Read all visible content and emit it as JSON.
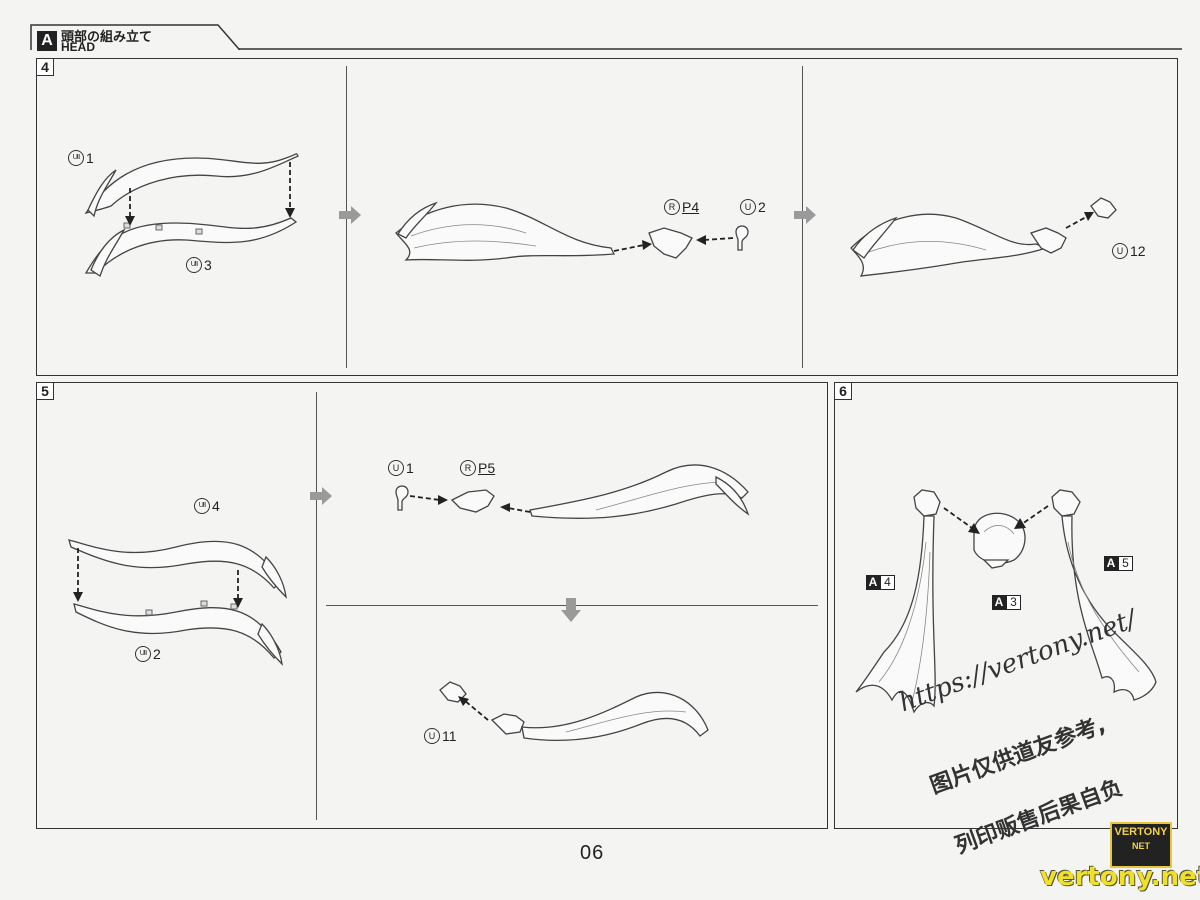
{
  "header": {
    "section_letter": "A",
    "title_jp": "頭部の組み立て",
    "title_en": "HEAD"
  },
  "steps": [
    {
      "number": "4",
      "labels": [
        {
          "circle": "UⅡ",
          "num": "1"
        },
        {
          "circle": "UⅡ",
          "num": "3"
        },
        {
          "circle": "R",
          "num": "P4"
        },
        {
          "circle": "U",
          "num": "2"
        },
        {
          "circle": "U",
          "num": "12"
        }
      ]
    },
    {
      "number": "5",
      "labels": [
        {
          "circle": "UⅡ",
          "num": "4"
        },
        {
          "circle": "UⅡ",
          "num": "2"
        },
        {
          "circle": "U",
          "num": "1"
        },
        {
          "circle": "R",
          "num": "P5"
        },
        {
          "circle": "U",
          "num": "11"
        }
      ]
    },
    {
      "number": "6",
      "labels": [
        {
          "tag": "A",
          "num": "4"
        },
        {
          "tag": "A",
          "num": "3"
        },
        {
          "tag": "A",
          "num": "5"
        }
      ]
    }
  ],
  "page_number": "06",
  "watermark": {
    "url": "https://vertony.net/",
    "line1": "图片仅供道友参考,",
    "line2": "列印贩售后果自负",
    "logo_top": "VERTONY",
    "logo_bottom": "NET",
    "site": "vertony.net"
  },
  "icons": {
    "next_step": "gray-right-arrow-icon",
    "down_step": "gray-down-arrow-icon"
  },
  "colors": {
    "paper": "#f4f4f2",
    "line": "#333333",
    "arrow_gray": "#9a9a9a",
    "logo_yellow": "#f0e02a"
  }
}
